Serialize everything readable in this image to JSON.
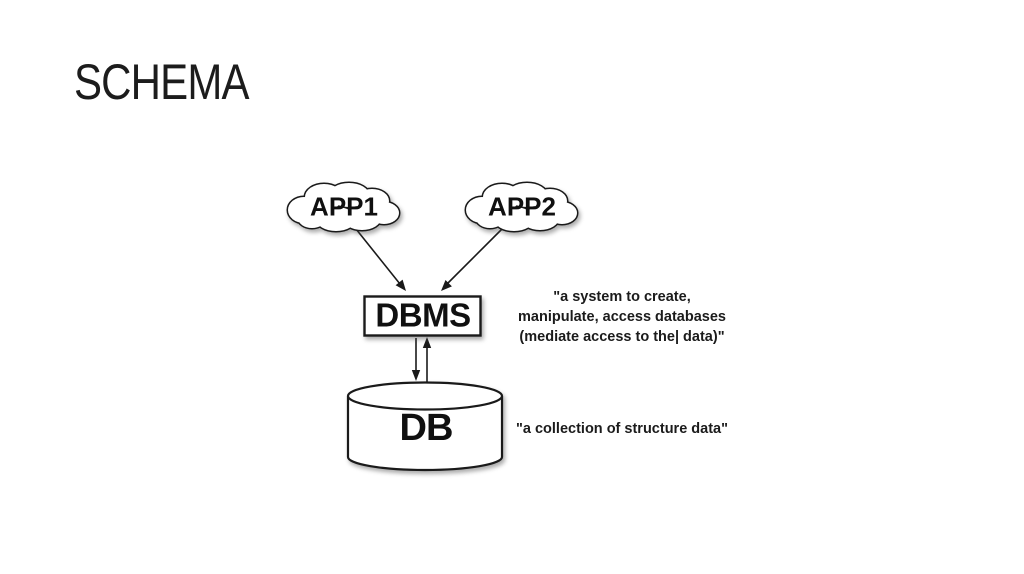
{
  "slide": {
    "title": "SCHEMA",
    "background_color": "#ffffff",
    "text_color": "#111111",
    "stroke_color": "#1a1a1a"
  },
  "diagram": {
    "nodes": {
      "app1": {
        "label": "APP1",
        "shape": "cloud"
      },
      "app2": {
        "label": "APP2",
        "shape": "cloud"
      },
      "dbms": {
        "label": "DBMS",
        "shape": "rectangle"
      },
      "db": {
        "label": "DB",
        "shape": "cylinder"
      }
    },
    "edges": [
      {
        "from": "app1",
        "to": "dbms",
        "type": "arrow"
      },
      {
        "from": "app2",
        "to": "dbms",
        "type": "arrow"
      },
      {
        "from": "dbms",
        "to": "db",
        "type": "double-arrow"
      }
    ],
    "annotations": {
      "dbms_quote": {
        "lines": [
          "\"a system to create,",
          "manipulate, access databases",
          "(mediate access to the| data)\""
        ]
      },
      "db_quote": "\"a collection of structure data\""
    }
  }
}
